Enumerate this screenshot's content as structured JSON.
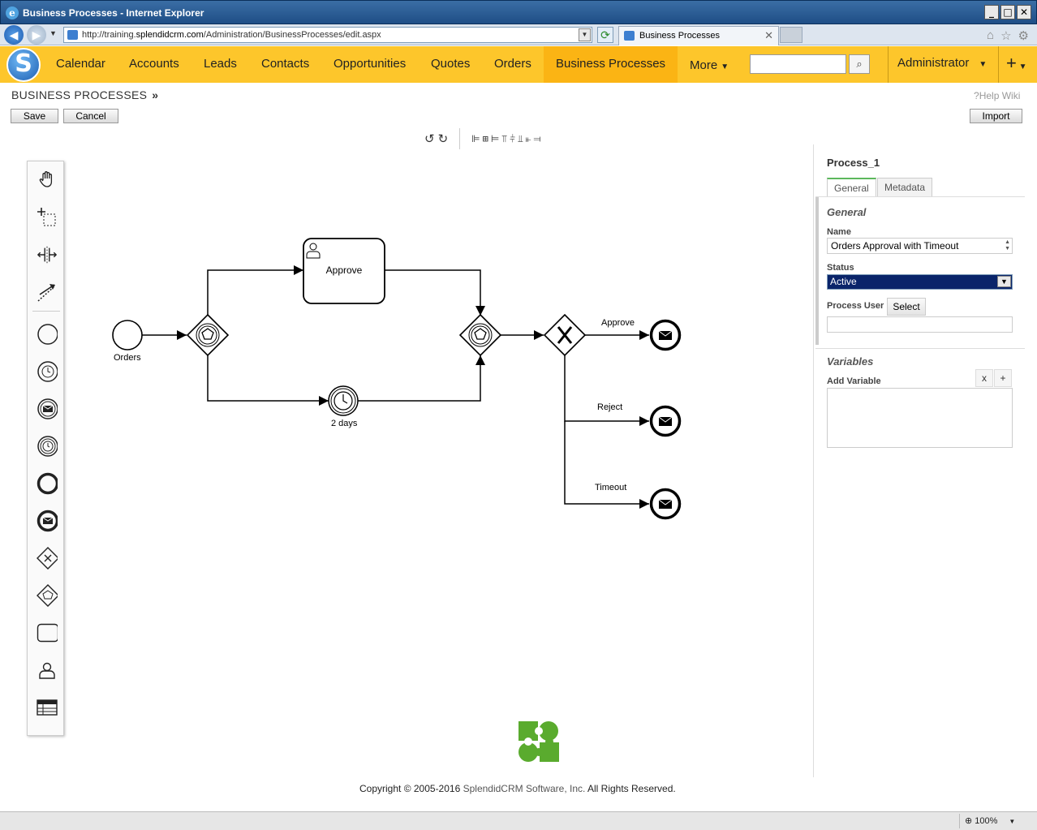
{
  "window": {
    "title": "Business Processes - Internet Explorer"
  },
  "browser": {
    "url_prefix": "http://training.",
    "url_host": "splendidcrm.com",
    "url_path": "/Administration/BusinessProcesses/edit.aspx",
    "tab_title": "Business Processes",
    "zoom": "100%"
  },
  "nav": {
    "items": [
      "Calendar",
      "Accounts",
      "Leads",
      "Contacts",
      "Opportunities",
      "Quotes",
      "Orders",
      "Business Processes"
    ],
    "more": "More",
    "user": "Administrator",
    "plus": "+"
  },
  "page": {
    "title": "BUSINESS PROCESSES",
    "title_sep": "»",
    "save": "Save",
    "cancel": "Cancel",
    "help": "Help Wiki",
    "import": "Import"
  },
  "diagram": {
    "start_label": "Orders",
    "task_label": "Approve",
    "timer_label": "2 days",
    "flow_approve": "Approve",
    "flow_reject": "Reject",
    "flow_timeout": "Timeout"
  },
  "palette": [
    "hand-tool",
    "lasso-tool",
    "space-tool",
    "connect-tool",
    "start-event",
    "timer-start-event",
    "message-start-event",
    "intermediate-timer-event",
    "end-event",
    "message-end-event",
    "exclusive-gateway",
    "event-based-gateway",
    "task",
    "user-task",
    "data-table"
  ],
  "properties": {
    "process_id": "Process_1",
    "tabs": [
      "General",
      "Metadata"
    ],
    "general_heading": "General",
    "name_label": "Name",
    "name_value": "Orders Approval with Timeout",
    "status_label": "Status",
    "status_value": "Active",
    "process_user_label": "Process User",
    "select_button": "Select",
    "process_user_value": "",
    "variables_heading": "Variables",
    "add_variable_label": "Add Variable",
    "remove_button": "x",
    "add_button": "+"
  },
  "footer": {
    "copyright_prefix": "Copyright © 2005-2016 ",
    "brand": "SplendidCRM Software, Inc.",
    "copyright_suffix": " All Rights Reserved."
  },
  "colors": {
    "nav_bg": "#fdc62b",
    "nav_active": "#fbb414",
    "logo_green": "#5aab2e",
    "status_select": "#0a246a"
  }
}
